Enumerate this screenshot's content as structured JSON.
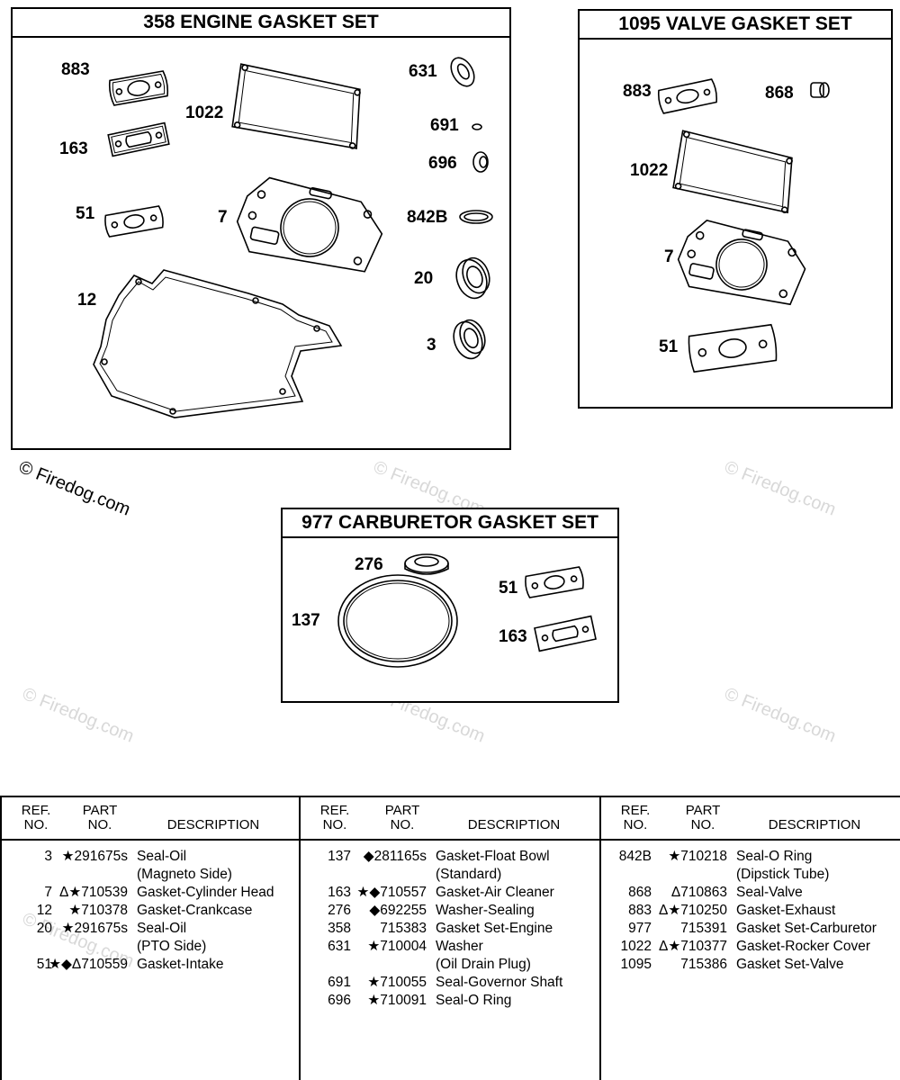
{
  "sets": {
    "engine": {
      "title": "358 ENGINE GASKET SET",
      "callouts": [
        "883",
        "163",
        "51",
        "12",
        "1022",
        "7",
        "631",
        "691",
        "696",
        "842B",
        "20",
        "3"
      ]
    },
    "valve": {
      "title": "1095 VALVE GASKET SET",
      "callouts": [
        "883",
        "868",
        "1022",
        "7",
        "51"
      ]
    },
    "carb": {
      "title": "977 CARBURETOR GASKET SET",
      "callouts": [
        "276",
        "137",
        "51",
        "163"
      ]
    }
  },
  "watermark": "© Firedog.com",
  "table": {
    "headers": {
      "ref": "REF.\nNO.",
      "part": "PART\nNO.",
      "desc": "DESCRIPTION"
    },
    "columns": [
      [
        {
          "ref": "3",
          "part": "★291675s",
          "desc": "Seal-Oil"
        },
        {
          "ref": "",
          "part": "",
          "desc": "(Magneto Side)"
        },
        {
          "ref": "7",
          "part": "Δ★710539",
          "desc": "Gasket-Cylinder Head"
        },
        {
          "ref": "12",
          "part": "★710378",
          "desc": "Gasket-Crankcase"
        },
        {
          "ref": "20",
          "part": "★291675s",
          "desc": "Seal-Oil"
        },
        {
          "ref": "",
          "part": "",
          "desc": "(PTO Side)"
        },
        {
          "ref": "51",
          "part": "★◆Δ710559",
          "desc": "Gasket-Intake"
        }
      ],
      [
        {
          "ref": "137",
          "part": "◆281165s",
          "desc": "Gasket-Float Bowl"
        },
        {
          "ref": "",
          "part": "",
          "desc": "(Standard)"
        },
        {
          "ref": "163",
          "part": "★◆710557",
          "desc": "Gasket-Air Cleaner"
        },
        {
          "ref": "276",
          "part": "◆692255",
          "desc": "Washer-Sealing"
        },
        {
          "ref": "358",
          "part": "715383",
          "desc": "Gasket Set-Engine"
        },
        {
          "ref": "631",
          "part": "★710004",
          "desc": "Washer"
        },
        {
          "ref": "",
          "part": "",
          "desc": "(Oil Drain Plug)"
        },
        {
          "ref": "691",
          "part": "★710055",
          "desc": "Seal-Governor Shaft"
        },
        {
          "ref": "696",
          "part": "★710091",
          "desc": "Seal-O Ring"
        }
      ],
      [
        {
          "ref": "842B",
          "part": "★710218",
          "desc": "Seal-O Ring"
        },
        {
          "ref": "",
          "part": "",
          "desc": "(Dipstick Tube)"
        },
        {
          "ref": "868",
          "part": "Δ710863",
          "desc": "Seal-Valve"
        },
        {
          "ref": "883",
          "part": "Δ★710250",
          "desc": "Gasket-Exhaust"
        },
        {
          "ref": "977",
          "part": "715391",
          "desc": "Gasket Set-Carburetor"
        },
        {
          "ref": "1022",
          "part": "Δ★710377",
          "desc": "Gasket-Rocker Cover"
        },
        {
          "ref": "1095",
          "part": "715386",
          "desc": "Gasket Set-Valve"
        }
      ]
    ]
  }
}
